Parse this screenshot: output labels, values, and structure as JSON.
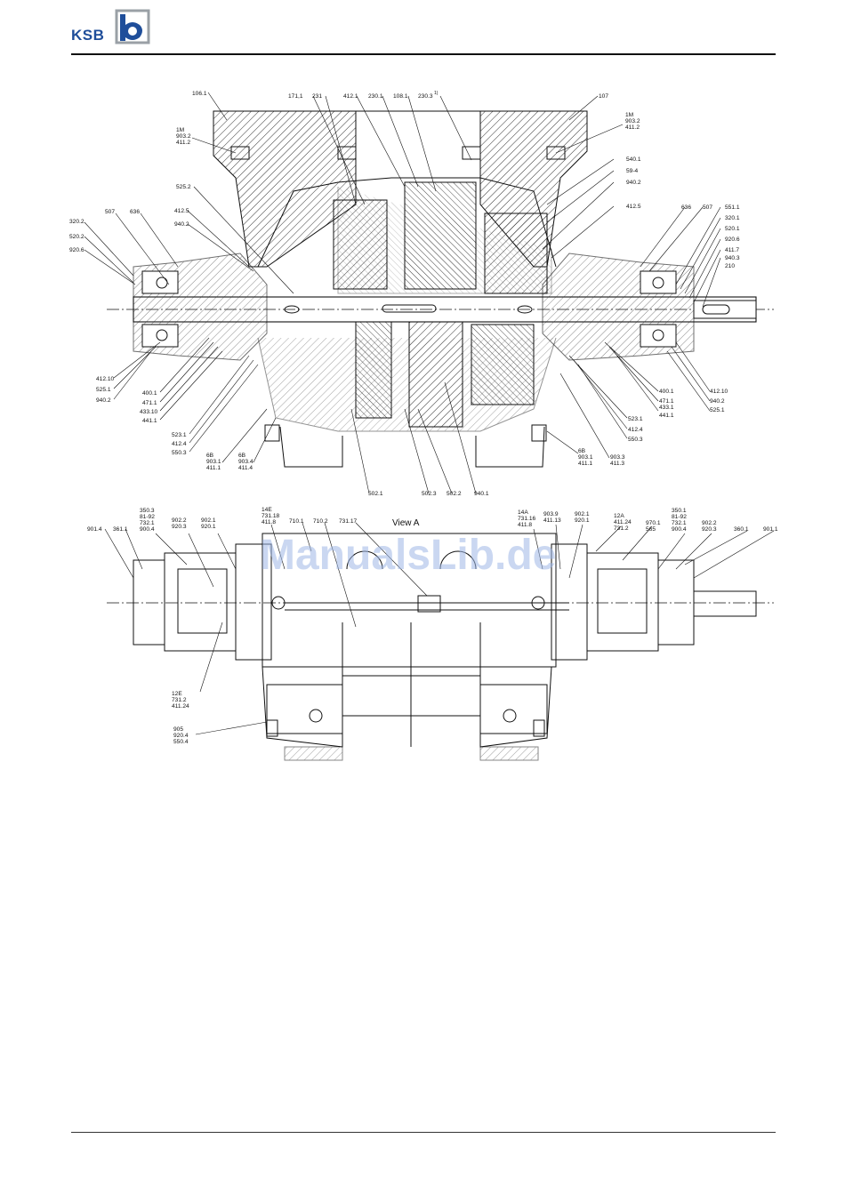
{
  "brand": {
    "name": "KSB",
    "color": "#1f4e9a"
  },
  "watermark": "ManualsLib.de",
  "view_label": "View  A",
  "labels": {
    "l106_1": "106.1",
    "l171_1": "171,1",
    "l231": "231",
    "l412_1": "412.1",
    "l230_1": "230.1",
    "l108_1": "108.1",
    "l230_3": "230.3",
    "l230_3_sup": "1)",
    "l107": "107",
    "g1m_left": [
      "1M",
      "903.2",
      "411.2"
    ],
    "g1m_right": [
      "1M",
      "903.2",
      "411.2"
    ],
    "l525_2": "525.2",
    "l507_l": "507",
    "l636_l": "636",
    "l412_5_l": "412.5",
    "l940_2_l": "940.2",
    "l320_2": "320.2",
    "l520_2": "520.2",
    "l920_6": "920.6",
    "l540_1": "540.1",
    "l59_4": "59-4",
    "l940_2_r": "940.2",
    "l412_5_r": "412.5",
    "l636_r": "636",
    "l507_r": "507",
    "right_stack": [
      "551.1",
      "320.1",
      "520.1",
      "920.6",
      "411.7",
      "940.3",
      "210"
    ],
    "l412_10_l": "412.10",
    "l525_1_l": "525.1",
    "l940_2_ll": "940.2",
    "l400_1_l": "400.1",
    "l471_1_l": "471.1",
    "l433_10": "433.10",
    "l441_1_l": "441.1",
    "g523_left": [
      "523.1",
      "412.4",
      "550.3"
    ],
    "g6b_1": [
      "6B",
      "903.1",
      "411.1"
    ],
    "g6b_2": [
      "6B",
      "903.4",
      "411.4"
    ],
    "l502_1": "502.1",
    "l502_3": "502.3",
    "l502_2": "502.2",
    "l940_1": "940.1",
    "g6b_r": [
      "6B",
      "903.1",
      "411.1"
    ],
    "g903_3": [
      "903.3",
      "411.3"
    ],
    "g523_right": [
      "523.1",
      "412.4",
      "550.3"
    ],
    "g400_right": [
      "400.1",
      "471.1",
      "433.1",
      "441.1"
    ],
    "g412_right": [
      "412.10",
      "940.2",
      "525.1"
    ],
    "v_l901_4": "901.4",
    "v_l361_1": "361.1",
    "g350_3": [
      "350.3",
      "81-92",
      "732.1",
      "900.4"
    ],
    "g902_2_l": [
      "902.2",
      "920.3"
    ],
    "g902_1_l": [
      "902.1",
      "920.1"
    ],
    "g14e": [
      "14E",
      "731.18",
      "411.8"
    ],
    "v_l710_1": "710.1",
    "v_l710_2": "710.2",
    "v_l731_17": "731.17",
    "g14a": [
      "14A",
      "731.16",
      "411.8"
    ],
    "g903_9": [
      "903.9",
      "411.13"
    ],
    "g902_1_r": [
      "902.1",
      "920.1"
    ],
    "g12a": [
      "12A",
      "411.24",
      "731.2"
    ],
    "g970_1": [
      "970.1",
      "565"
    ],
    "g350_1": [
      "350.1",
      "81-92",
      "732.1",
      "900.4"
    ],
    "g902_2_r": [
      "902.2",
      "920.3"
    ],
    "v_l360_1": "360.1",
    "v_l901_1": "901.1",
    "g12e": [
      "12E",
      "731.2",
      "411.24"
    ],
    "g905": [
      "905",
      "920.4",
      "550.4"
    ]
  }
}
